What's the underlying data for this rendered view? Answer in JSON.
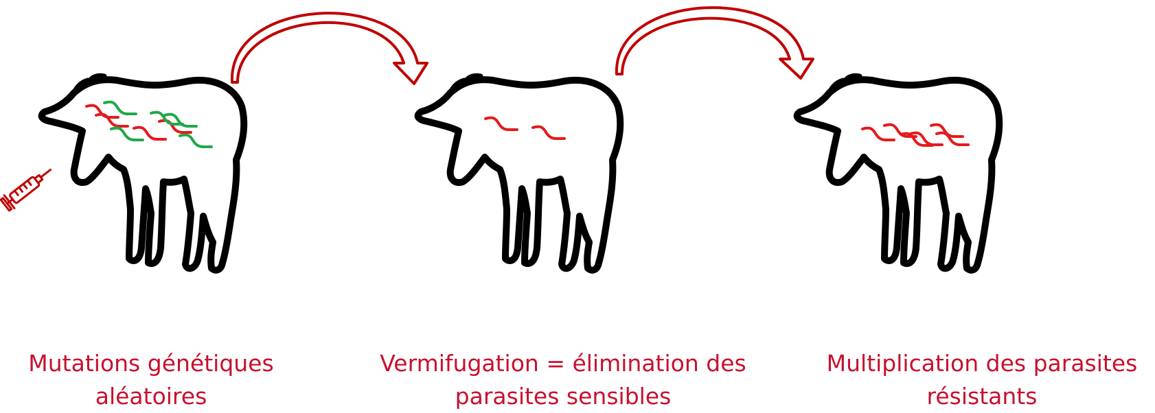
{
  "colors": {
    "resistant_parasite": "#e41a1c",
    "sensitive_parasite": "#1fa84a",
    "arrow": "#c00000",
    "caption": "#c8102e",
    "outline": "#000000"
  },
  "icons": [
    "horse-silhouette",
    "syringe-icon",
    "curved-arrow-icon",
    "parasite-worm"
  ],
  "stages": [
    {
      "caption_line1": "Mutations génétiques",
      "caption_line2": "aléatoires",
      "resistant_parasites": 4,
      "sensitive_parasites": 5,
      "treated": true
    },
    {
      "caption_line1": "Vermifugation = élimination des",
      "caption_line2": "parasites sensibles",
      "resistant_parasites": 2,
      "sensitive_parasites": 0
    },
    {
      "caption_line1": "Multiplication des parasites",
      "caption_line2": "résistants",
      "resistant_parasites": 6,
      "sensitive_parasites": 0
    }
  ]
}
